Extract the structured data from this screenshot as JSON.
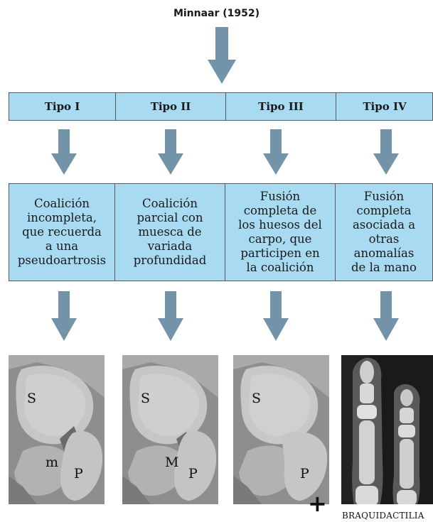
{
  "title": "Minnaar (1952)",
  "types": [
    {
      "label": "Tipo I",
      "description": [
        "Coalición",
        "incompleta,",
        "que recuerda",
        "a una",
        "pseudoartrosis"
      ]
    },
    {
      "label": "Tipo II",
      "description": [
        "Coalición",
        "parcial con",
        "muesca de",
        "variada",
        "profundidad"
      ]
    },
    {
      "label": "Tipo III",
      "description": [
        "Fusión",
        "completa de",
        "los huesos del",
        "carpo, que",
        "participen en",
        "la coalición"
      ]
    },
    {
      "label": "Tipo IV",
      "description": [
        "Fusión",
        "completa",
        "asociada a",
        "otras",
        "anomalías",
        "de la mano"
      ]
    }
  ],
  "images": [
    {
      "labels": {
        "s": "S",
        "mid": "m",
        "p": "P"
      }
    },
    {
      "labels": {
        "s": "S",
        "mid": "M",
        "p": "P"
      }
    },
    {
      "labels": {
        "s": "S",
        "p": "P"
      }
    },
    {
      "caption": "BRAQUIDACTILIA"
    }
  ],
  "plus_sign": "+",
  "colors": {
    "box_fill": "#a8daf2",
    "arrow": "#7393a8",
    "border": "#5a5a5a"
  }
}
